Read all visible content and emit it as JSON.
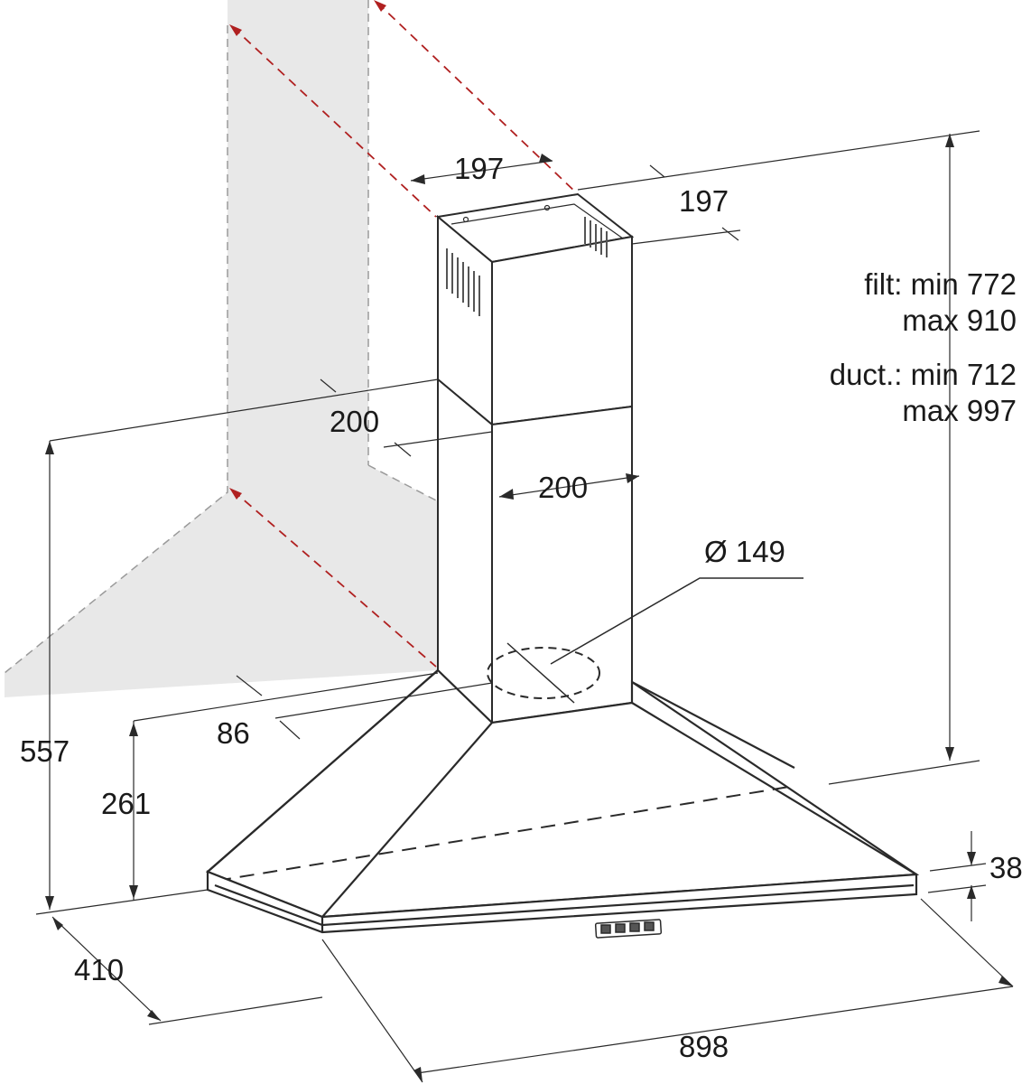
{
  "dimensions": {
    "chimney_top_width": "197",
    "chimney_top_depth": "197",
    "chimney_lower_depth": "200",
    "chimney_lower_width": "200",
    "outlet_diameter": "Ø 149",
    "wall_offset": "86",
    "canopy_height": "261",
    "total_height_min": "557",
    "hood_edge_height": "38",
    "depth": "410",
    "width": "898"
  },
  "height_notes": {
    "filt_line1": "filt: min 772",
    "filt_line2": "max 910",
    "duct_line1": "duct.: min 712",
    "duct_line2": "max 997"
  },
  "colors": {
    "wall": "#e8e8e8",
    "line": "#2a2a2a",
    "dashed_red": "#b02020",
    "text": "#1a1a1a"
  }
}
